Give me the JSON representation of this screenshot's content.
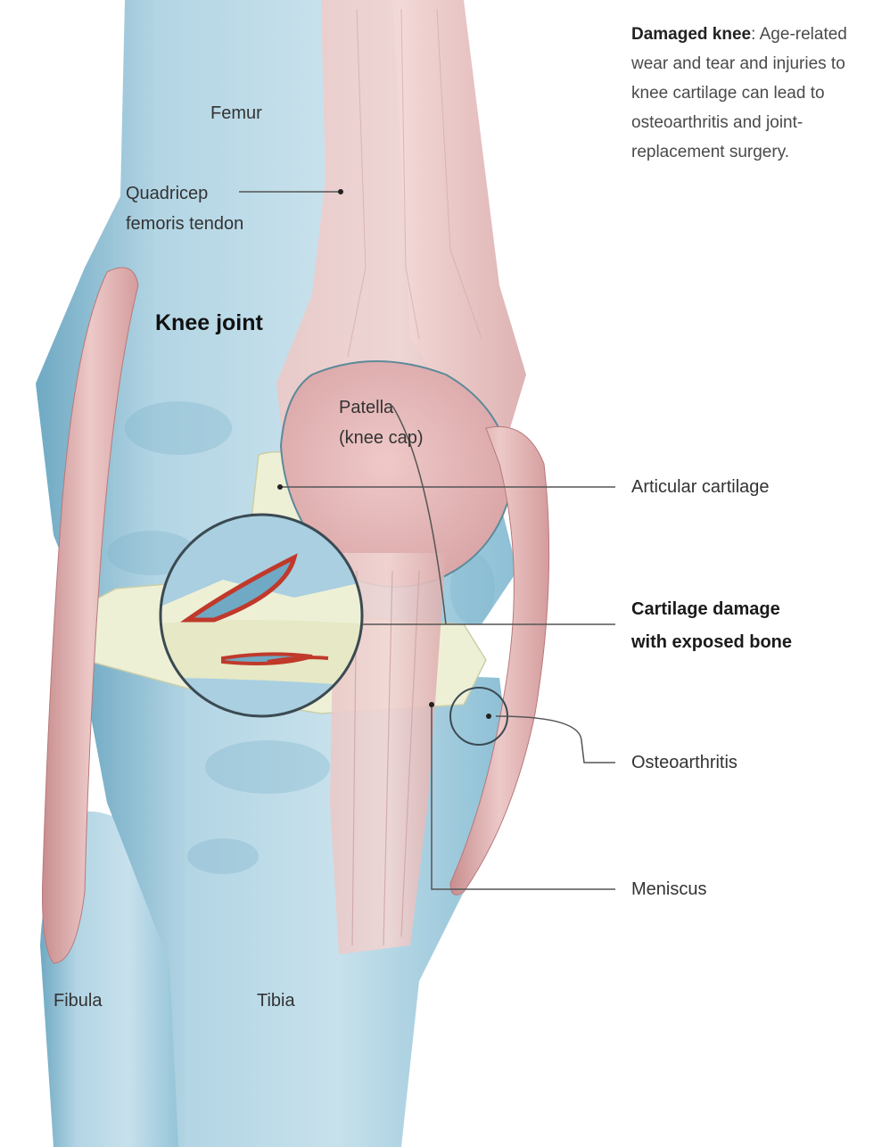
{
  "caption": {
    "title": "Damaged knee",
    "text": ": Age-related wear and tear and injuries to knee cartilage can lead to osteoarthritis and joint-replacement surgery."
  },
  "labels": {
    "femur": "Femur",
    "quadricep_line1": "Quadricep",
    "quadricep_line2": "femoris tendon",
    "knee_joint": "Knee joint",
    "patella_line1": "Patella",
    "patella_line2": "(knee cap)",
    "articular_cartilage": "Articular cartilage",
    "cartilage_damage_line1": "Cartilage damage",
    "cartilage_damage_line2": "with exposed bone",
    "osteoarthritis": "Osteoarthritis",
    "meniscus": "Meniscus",
    "fibula": "Fibula",
    "tibia": "Tibia"
  },
  "colors": {
    "bone": "#b9d9e6",
    "bone_shadow": "#7fb4cc",
    "tendon": "#e8c3c3",
    "tendon_dark": "#d49e9f",
    "cartilage": "#eef0d6",
    "damage": "#c0392b",
    "leader": "#555555"
  }
}
